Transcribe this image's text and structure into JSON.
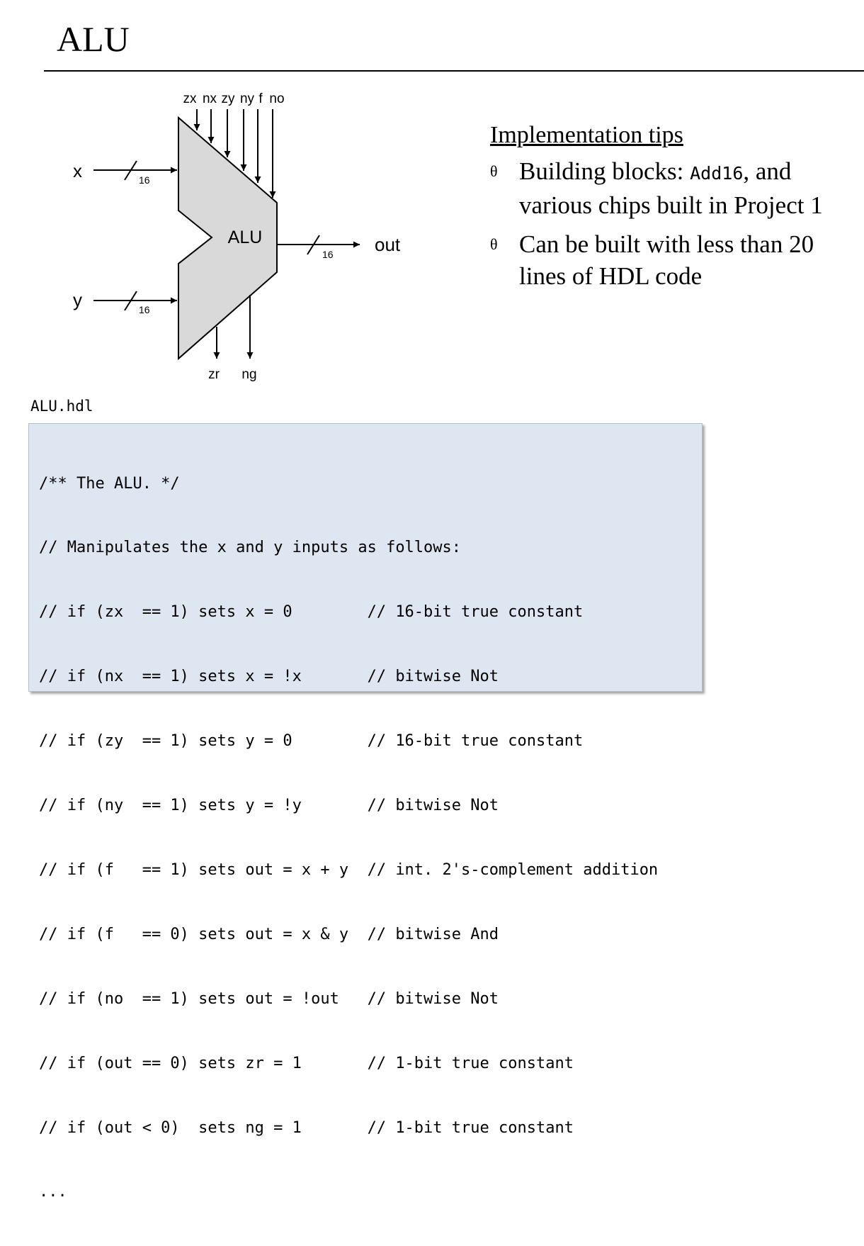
{
  "slide": {
    "title": "ALU"
  },
  "diagram": {
    "control_labels": [
      "zx",
      "nx",
      "zy",
      "ny",
      "f",
      "no"
    ],
    "input_x": "x",
    "input_y": "y",
    "chip_label": "ALU",
    "output": "out",
    "bus_width": "16",
    "status_outputs": [
      "zr",
      "ng"
    ]
  },
  "tips": {
    "heading": "Implementation tips",
    "items": [
      {
        "pre": "Building blocks: ",
        "code": "Add16",
        "post": ", and various chips built in Project 1"
      },
      {
        "pre": "Can be built with less than 20 lines of HDL code",
        "code": "",
        "post": ""
      }
    ],
    "bullet_glyph": "θ"
  },
  "code": {
    "filename": "ALU.hdl",
    "lines": [
      "/** The ALU. */",
      "// Manipulates the x and y inputs as follows:",
      "// if (zx  == 1) sets x = 0        // 16-bit true constant",
      "// if (nx  == 1) sets x = !x       // bitwise Not",
      "// if (zy  == 1) sets y = 0        // 16-bit true constant",
      "// if (ny  == 1) sets y = !y       // bitwise Not",
      "// if (f   == 1) sets out = x + y  // int. 2's-complement addition",
      "// if (f   == 0) sets out = x & y  // bitwise And",
      "// if (no  == 1) sets out = !out   // bitwise Not",
      "// if (out == 0) sets zr = 1       // 1-bit true constant",
      "// if (out < 0)  sets ng = 1       // 1-bit true constant",
      "..."
    ]
  },
  "colors": {
    "chip_fill": "#d9d9d9",
    "code_bg": "#dde6f1"
  }
}
